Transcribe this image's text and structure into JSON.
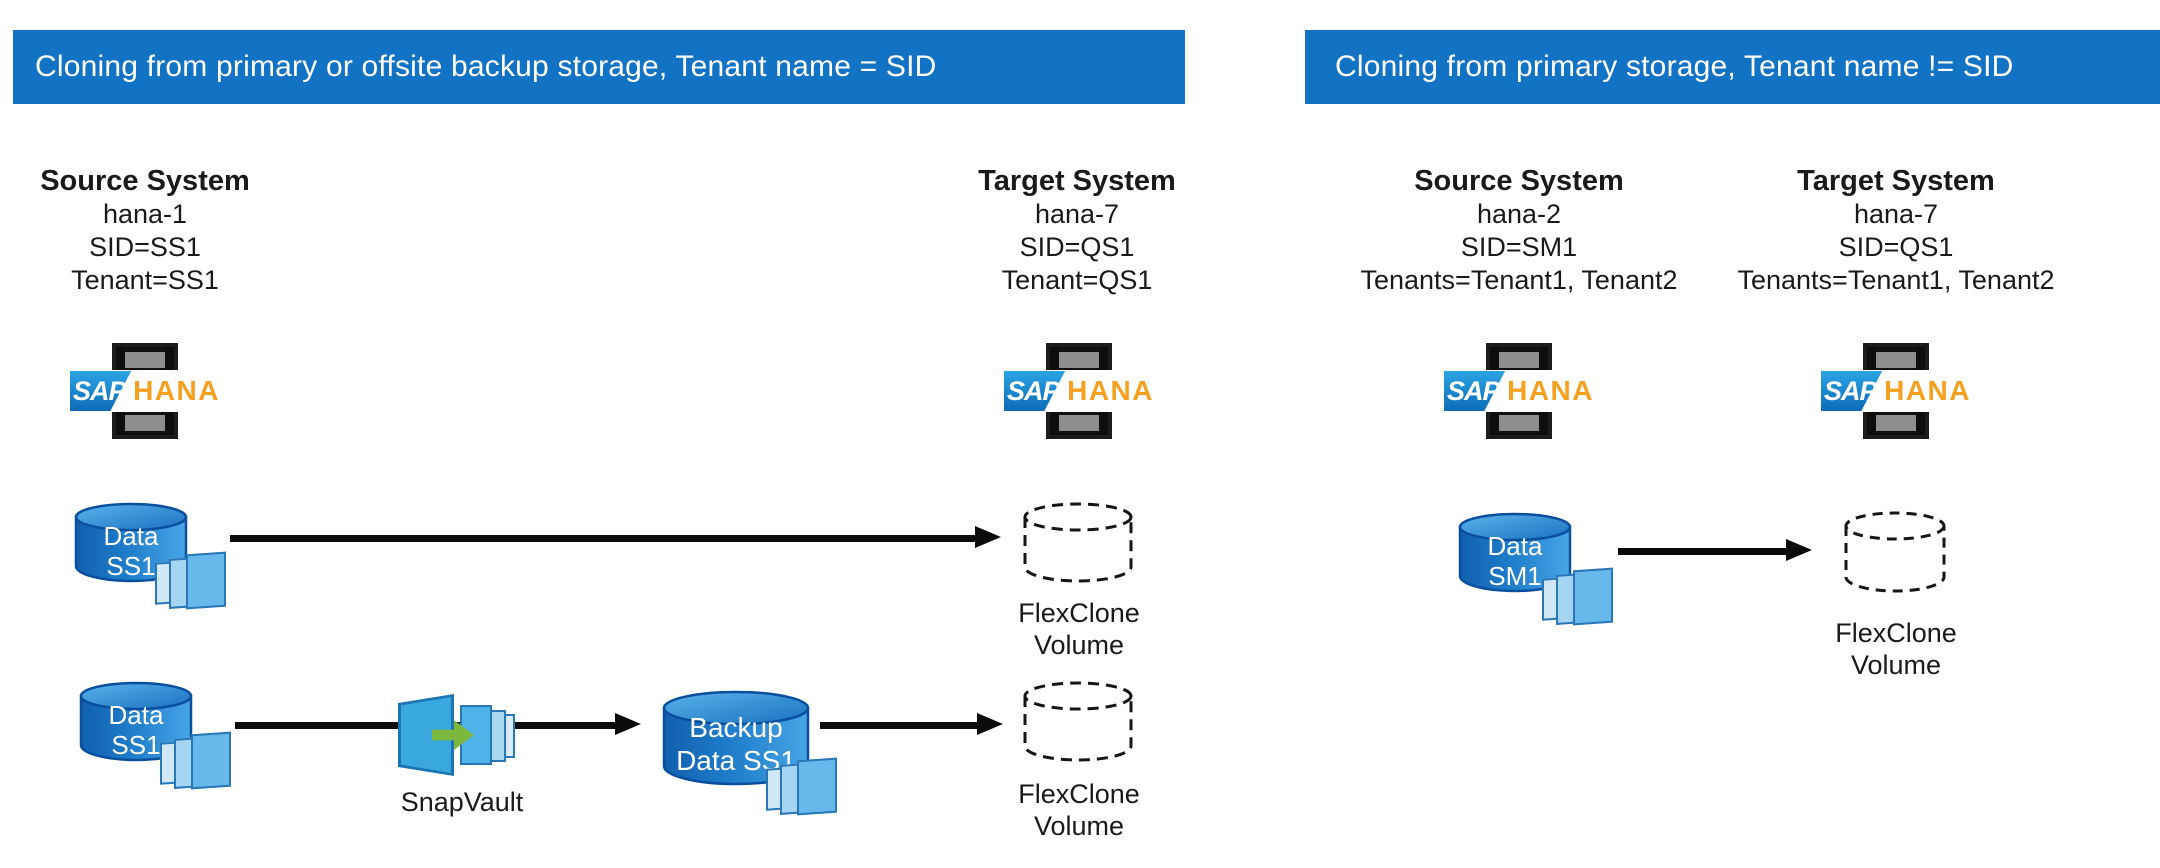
{
  "colors": {
    "banner_bg": "#1272c3",
    "banner_text": "#ffffff",
    "sap_logo_blue": "#1789d6",
    "hana_orange": "#f5a01e",
    "cylinder_blue_dark": "#1160ae",
    "cylinder_blue_light": "#48a5e5",
    "cylinder_border": "#0a4f9e",
    "snapshot_blue": "#66b9ea",
    "snapvault_green": "#7cb83e",
    "arrow_black": "#0b0b0b"
  },
  "logo": {
    "sap": "SAP",
    "hana": "HANA"
  },
  "left_panel": {
    "banner": "Cloning from primary or offsite backup storage, Tenant name = SID",
    "source_system": {
      "title": "Source System",
      "lines": [
        "hana-1",
        "SID=SS1",
        "Tenant=SS1"
      ]
    },
    "target_system": {
      "title": "Target System",
      "lines": [
        "hana-7",
        "SID=QS1",
        "Tenant=QS1"
      ]
    },
    "row1": {
      "data_volume": {
        "line1": "Data",
        "line2": "SS1"
      },
      "flexclone_label": {
        "line1": "FlexClone",
        "line2": "Volume"
      }
    },
    "row2": {
      "data_volume": {
        "line1": "Data",
        "line2": "SS1"
      },
      "snapvault_label": "SnapVault",
      "backup_volume": {
        "line1": "Backup",
        "line2": "Data SS1"
      },
      "flexclone_label": {
        "line1": "FlexClone",
        "line2": "Volume"
      }
    }
  },
  "right_panel": {
    "banner": "Cloning from primary storage, Tenant name != SID",
    "source_system": {
      "title": "Source System",
      "lines": [
        "hana-2",
        "SID=SM1",
        "Tenants=Tenant1, Tenant2"
      ]
    },
    "target_system": {
      "title": "Target System",
      "lines": [
        "hana-7",
        "SID=QS1",
        "Tenants=Tenant1, Tenant2"
      ]
    },
    "row1": {
      "data_volume": {
        "line1": "Data",
        "line2": "SM1"
      },
      "flexclone_label": {
        "line1": "FlexClone",
        "line2": "Volume"
      }
    }
  }
}
